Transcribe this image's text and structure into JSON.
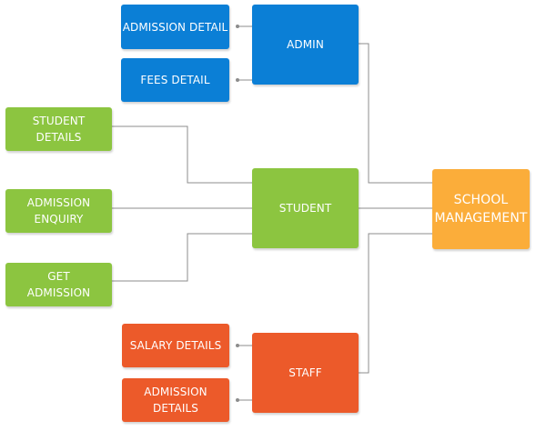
{
  "diagram": {
    "root": "SCHOOL\nMANAGEMENT",
    "admin": {
      "label": "ADMIN",
      "children": [
        "ADMISSION DETAIL",
        "FEES DETAIL"
      ]
    },
    "student": {
      "label": "STUDENT",
      "children": [
        "STUDENT\nDETAILS",
        "ADMISSION\nENQUIRY",
        "GET\nADMISSION"
      ]
    },
    "staff": {
      "label": "STAFF",
      "children": [
        "SALARY DETAILS",
        "ADMISSION\nDETAILS"
      ]
    }
  },
  "colors": {
    "admin": "#0b7fd6",
    "student": "#8cc540",
    "staff": "#ec5a2a",
    "root": "#fbad3a",
    "connector": "#8c8c8c"
  }
}
